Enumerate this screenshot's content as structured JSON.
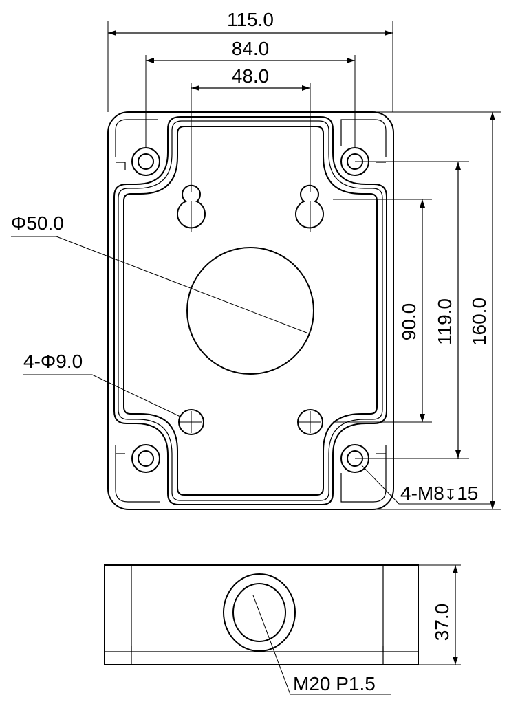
{
  "top_view": {
    "overall_width": "115.0",
    "hole_spacing_width": "84.0",
    "keyhole_spacing": "48.0",
    "center_hole": "Φ50.0",
    "small_holes": "4-Φ9.0",
    "inner_height": "90.0",
    "hole_spacing_height": "119.0",
    "overall_height": "160.0",
    "screw_holes": "4-M8",
    "screw_depth": "15",
    "depth_symbol": "↧"
  },
  "side_view": {
    "height": "37.0",
    "thread": "M20 P1.5"
  },
  "colors": {
    "line": "#000000",
    "background": "#ffffff"
  }
}
